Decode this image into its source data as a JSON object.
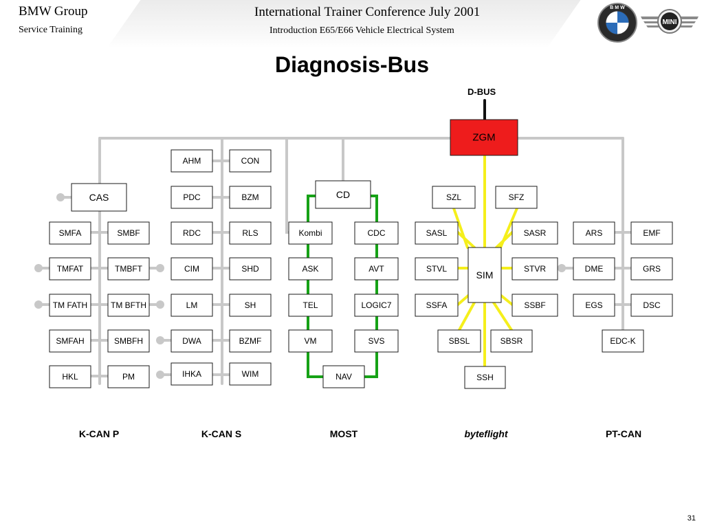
{
  "header": {
    "brand": "BMW Group",
    "brand_sub": "Service Training",
    "conference": "International Trainer Conference July 2001",
    "conference_sub": "Introduction E65/E66 Vehicle Electrical System"
  },
  "logos": {
    "bmw": {
      "text": "B M W",
      "icon": "bmw-roundel"
    },
    "mini": {
      "text": "MINI",
      "icon": "mini-wings"
    }
  },
  "title": "Diagnosis-Bus",
  "dbus_label": "D-BUS",
  "buses": [
    "K-CAN P",
    "K-CAN S",
    "MOST",
    "byteflight",
    "PT-CAN"
  ],
  "page_number": "31",
  "colors": {
    "gray_line": "#c8c8c8",
    "most_line": "#16a216",
    "byteflight_line": "#f5ef1b",
    "zgm_fill": "#ee1c1c",
    "dbus_line": "#111111"
  },
  "modules": {
    "zgm": "ZGM",
    "cas": "CAS",
    "kcanp": [
      "SMFA",
      "SMBF",
      "TMFAT",
      "TMBFT",
      "TM FATH",
      "TM BFTH",
      "SMFAH",
      "SMBFH",
      "HKL",
      "PM"
    ],
    "kcans": [
      "AHM",
      "CON",
      "PDC",
      "BZM",
      "RDC",
      "RLS",
      "CIM",
      "SHD",
      "LM",
      "SH",
      "DWA",
      "BZMF",
      "IHKA",
      "WIM"
    ],
    "most": [
      "CD",
      "Kombi",
      "CDC",
      "ASK",
      "AVT",
      "TEL",
      "LOGIC7",
      "VM",
      "SVS",
      "NAV"
    ],
    "byteflight": [
      "SZL",
      "SFZ",
      "SASL",
      "SASR",
      "SIM",
      "STVL",
      "STVR",
      "SSFA",
      "SSBF",
      "SBSL",
      "SBSR",
      "SSH"
    ],
    "ptcan": [
      "ARS",
      "EMF",
      "DME",
      "GRS",
      "EGS",
      "DSC",
      "EDC-K"
    ]
  }
}
